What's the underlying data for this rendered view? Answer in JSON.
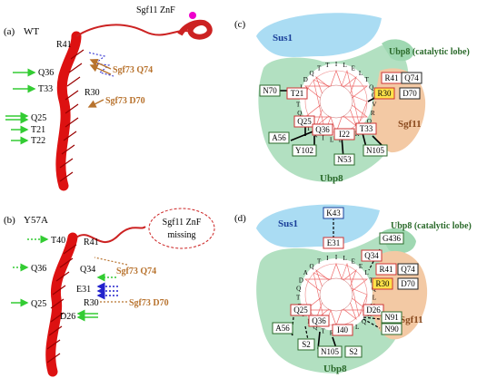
{
  "panels": {
    "a": {
      "tag": "(a)",
      "variant": "WT",
      "znf_label": "Sgf11 ZnF",
      "residues": [
        "R41",
        "Q36",
        "T33",
        "R30",
        "Q25",
        "T21",
        "T22"
      ],
      "sgf73_a": "Sgf73 Q74",
      "sgf73_b": "Sgf73 D70"
    },
    "b": {
      "tag": "(b)",
      "variant": "Y57A",
      "missing_l1": "Sgf11 ZnF",
      "missing_l2": "missing",
      "residues": [
        "T40",
        "R41",
        "Q36",
        "Q34",
        "E31",
        "R30",
        "Q25",
        "D26"
      ],
      "sgf73_a": "Sgf73 Q74",
      "sgf73_b": "Sgf73 D70"
    },
    "c": {
      "tag": "(c)",
      "sus1": "Sus1",
      "ubp8_cat": "Ubp8 (catalytic lobe)",
      "sgf11": "Sgf11",
      "ubp8": "Ubp8",
      "helix_letters": [
        "I",
        "L",
        "E",
        "L",
        "T",
        "Q",
        "Q",
        "V",
        "R",
        "Q",
        "L",
        "R",
        "R",
        "L",
        "L",
        "I",
        "Q",
        "I",
        "T",
        "Q",
        "T",
        "T",
        "I",
        "D",
        "Q",
        "T",
        "T"
      ],
      "residue_boxes": [
        "R41",
        "R30",
        "T21",
        "Q25",
        "Q36",
        "T33",
        "I22"
      ],
      "partner_boxes": [
        "Q74",
        "D70",
        "N70",
        "A56",
        "Y102",
        "N53",
        "N105"
      ]
    },
    "d": {
      "tag": "(d)",
      "sus1": "Sus1",
      "ubp8_cat": "Ubp8 (catalytic lobe)",
      "sgf11": "Sgf11",
      "ubp8": "Ubp8",
      "helix_letters": [
        "I",
        "L",
        "E",
        "E",
        "L",
        "T",
        "Q",
        "L",
        "V",
        "R",
        "Q",
        "L",
        "R",
        "L",
        "R",
        "T",
        "Q",
        "I",
        "T",
        "E",
        "T",
        "Q",
        "D",
        "A",
        "Q",
        "T",
        "I"
      ],
      "residue_boxes": [
        "E31",
        "Q34",
        "R41",
        "R30",
        "D26",
        "Q25",
        "Q36",
        "I40"
      ],
      "partner_boxes": [
        "K43",
        "G436",
        "Q74",
        "D70",
        "N91",
        "N90",
        "A56",
        "S2",
        "N105",
        "S2"
      ]
    }
  }
}
